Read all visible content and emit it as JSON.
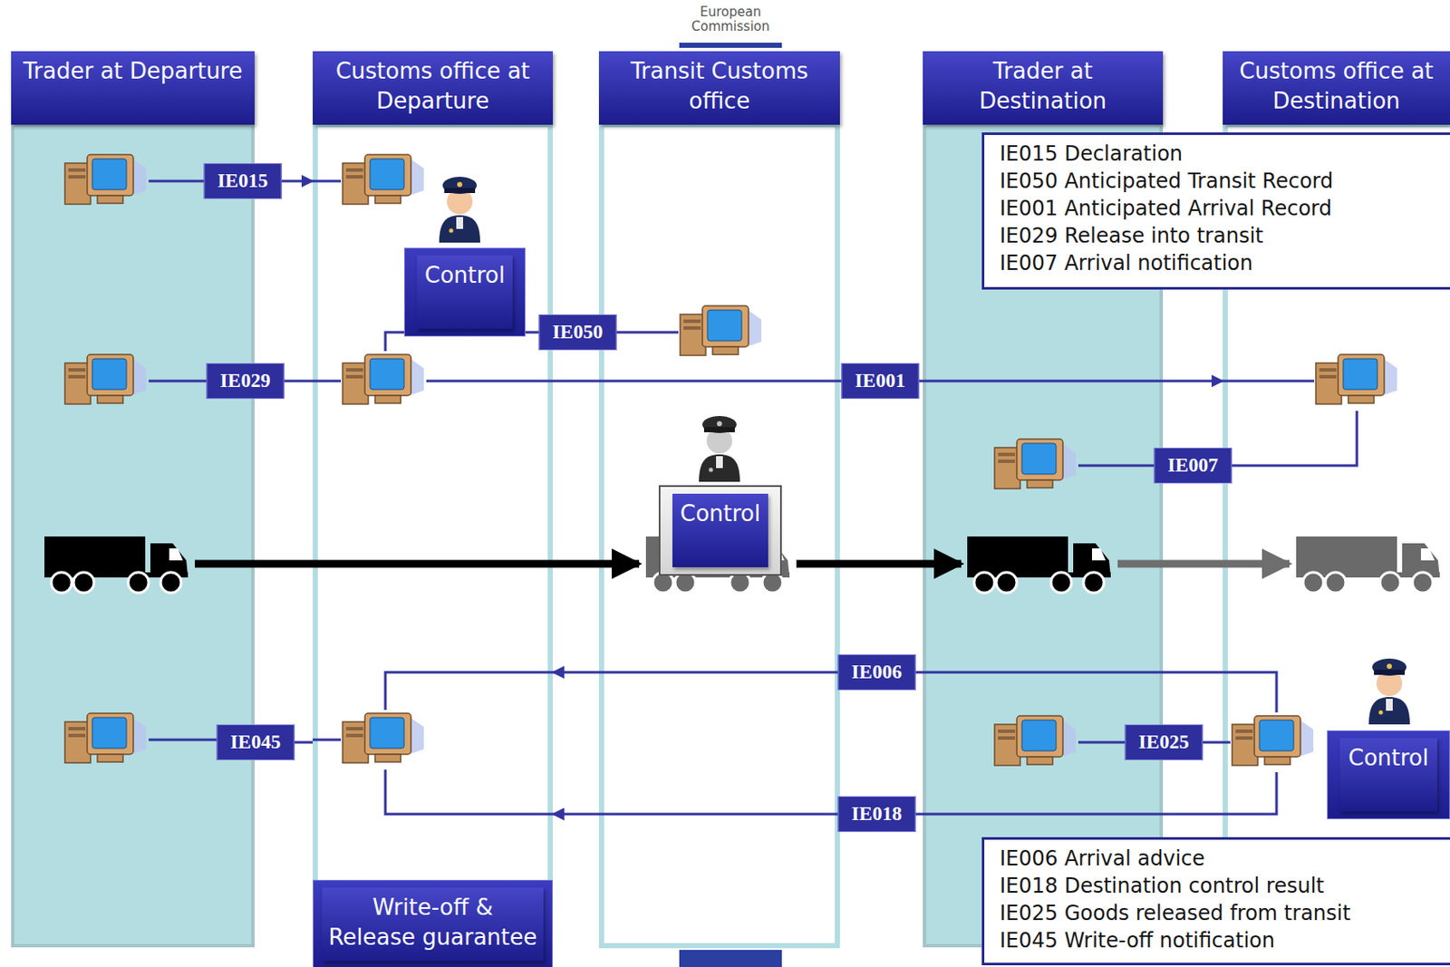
{
  "diagram": {
    "nodes": [
      {
        "text": [
          "Trader at Departure"
        ]
      },
      {
        "text": [
          "Customs office at Departure"
        ]
      },
      {
        "text": [
          "Control"
        ],
        "in": 1
      },
      {
        "text": [
          "Write-off & Release guarantee"
        ],
        "in": 1
      },
      {
        "text": [
          "Transit Customs office"
        ]
      },
      {
        "text": [
          "Control"
        ],
        "in": 4
      },
      {
        "text": [
          "Trader at Destination"
        ]
      },
      {
        "text": [
          "Customs office at Destination"
        ]
      },
      {
        "text": [
          "Control"
        ],
        "in": 7
      },
      {
        "text": [
          "IE015 Declaration",
          "IE050 Anticipated Transit Record",
          "IE001 Anticipated Arrival Record",
          "IE029 Release into transit",
          "IE007 Arrival notification"
        ]
      },
      {
        "text": [
          "IE006 Arrival advice",
          "IE018 Destination control result",
          "IE025 Goods released from transit",
          "IE045 Write-off notification"
        ]
      }
    ],
    "edges": [
      {
        "from": 0,
        "to": 1,
        "label": "IE015",
        "arrow": "to"
      },
      {
        "from": 1,
        "to": 4,
        "label": "IE050",
        "arrow": "to"
      },
      {
        "from": 1,
        "to": 0,
        "label": "IE029",
        "arrow": "to"
      },
      {
        "from": 1,
        "to": 7,
        "label": "IE001",
        "arrow": "to"
      },
      {
        "from": 6,
        "to": 7,
        "label": "IE007",
        "arrow": "to"
      },
      {
        "from": 7,
        "to": 1,
        "label": "IE006",
        "arrow": "to"
      },
      {
        "from": 7,
        "to": 6,
        "label": "IE025",
        "arrow": "to"
      },
      {
        "from": 7,
        "to": 1,
        "label": "IE018",
        "arrow": "to"
      },
      {
        "from": 1,
        "to": 0,
        "label": "IE045",
        "arrow": "to"
      }
    ],
    "labels": [
      "European Commission"
    ]
  }
}
